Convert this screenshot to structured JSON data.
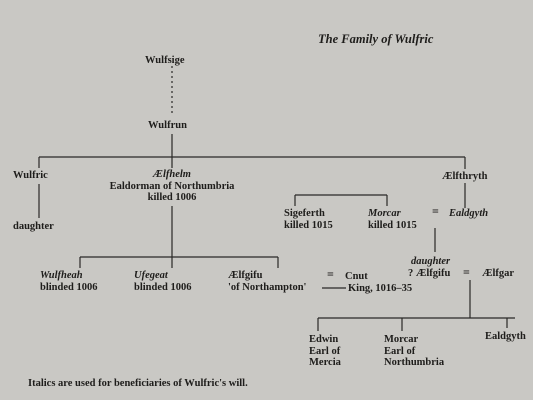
{
  "title": "The Family of Wulfric",
  "people": {
    "wulfsige": "Wulfsige",
    "wulfrun": "Wulfrun",
    "wulfric": "Wulfric",
    "daughter_wulfric": "daughter",
    "aelfhelm_name": "Ælfhelm",
    "aelfhelm_title": "Ealdorman of Northumbria",
    "aelfhelm_fate": "killed 1006",
    "aelfthryth": "Ælfthryth",
    "sigeferth_name": "Sigeferth",
    "sigeferth_fate": "killed 1015",
    "morcar_name": "Morcar",
    "morcar_fate": "killed 1015",
    "ealdgyth_1": "Ealdgyth",
    "wulfheah_name": "Wulfheah",
    "wulfheah_fate": "blinded 1006",
    "ufegeat_name": "Ufegeat",
    "ufegeat_fate": "blinded 1006",
    "aelfgifu_name": "Ælfgifu",
    "aelfgifu_desc": "'of Northampton'",
    "cnut_name": "Cnut",
    "cnut_desc": "King, 1016–35",
    "daughter_label": "daughter",
    "daughter_name": "? Ælfgifu",
    "aelfgar": "Ælfgar",
    "edwin_1": "Edwin",
    "edwin_2": "Earl of",
    "edwin_3": "Mercia",
    "morcar2_1": "Morcar",
    "morcar2_2": "Earl of",
    "morcar2_3": "Northumbria",
    "ealdgyth_2": "Ealdgyth"
  },
  "marriage_symbol": "=",
  "note": "Italics are used for beneficiaries of Wulfric's will."
}
